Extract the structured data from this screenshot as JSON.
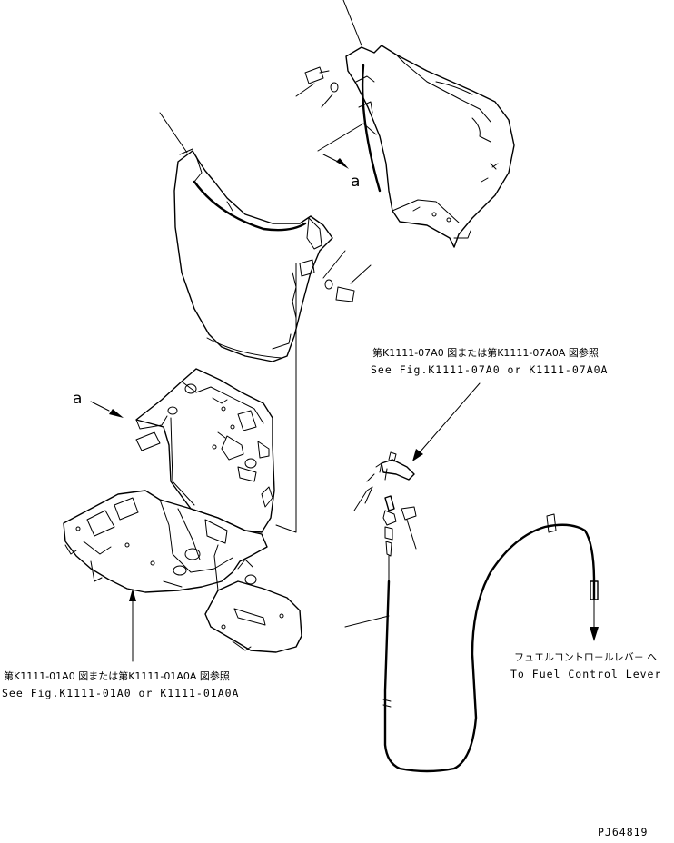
{
  "callouts": {
    "view_marker_top": "a",
    "view_marker_left": "a",
    "ref_upper_jp": "第K1111-07A0 図または第K1111-07A0A 図参照",
    "ref_upper_en": "See Fig.K1111-07A0 or K1111-07A0A",
    "ref_lower_jp": "第K1111-01A0 図または第K1111-01A0A 図参照",
    "ref_lower_en": "See Fig.K1111-01A0 or K1111-01A0A",
    "fuel_lever_jp": "フュエルコントロ－ルレバ－ へ",
    "fuel_lever_en": "To Fuel Control Lever",
    "drawing_id": "PJ64819"
  }
}
